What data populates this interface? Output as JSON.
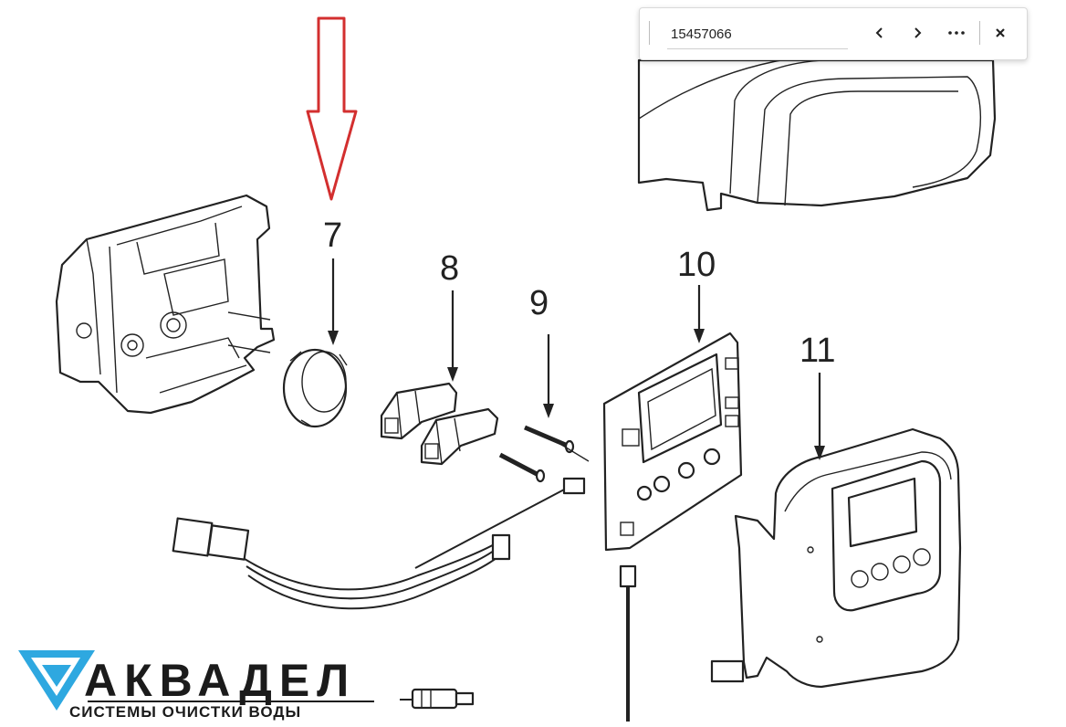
{
  "find_bar": {
    "query": "15457066",
    "prev_icon": "chevron-left-icon",
    "next_icon": "chevron-right-icon",
    "more_icon": "more-horizontal-icon",
    "close_icon": "close-icon"
  },
  "diagram": {
    "labels": [
      "7",
      "8",
      "9",
      "10",
      "11"
    ],
    "highlight_arrow_color": "#d32f2f"
  },
  "logo": {
    "name": "АКВАДЕЛ",
    "tagline": "СИСТЕМЫ ОЧИСТКИ ВОДЫ",
    "accent_color": "#2ea8e0"
  }
}
